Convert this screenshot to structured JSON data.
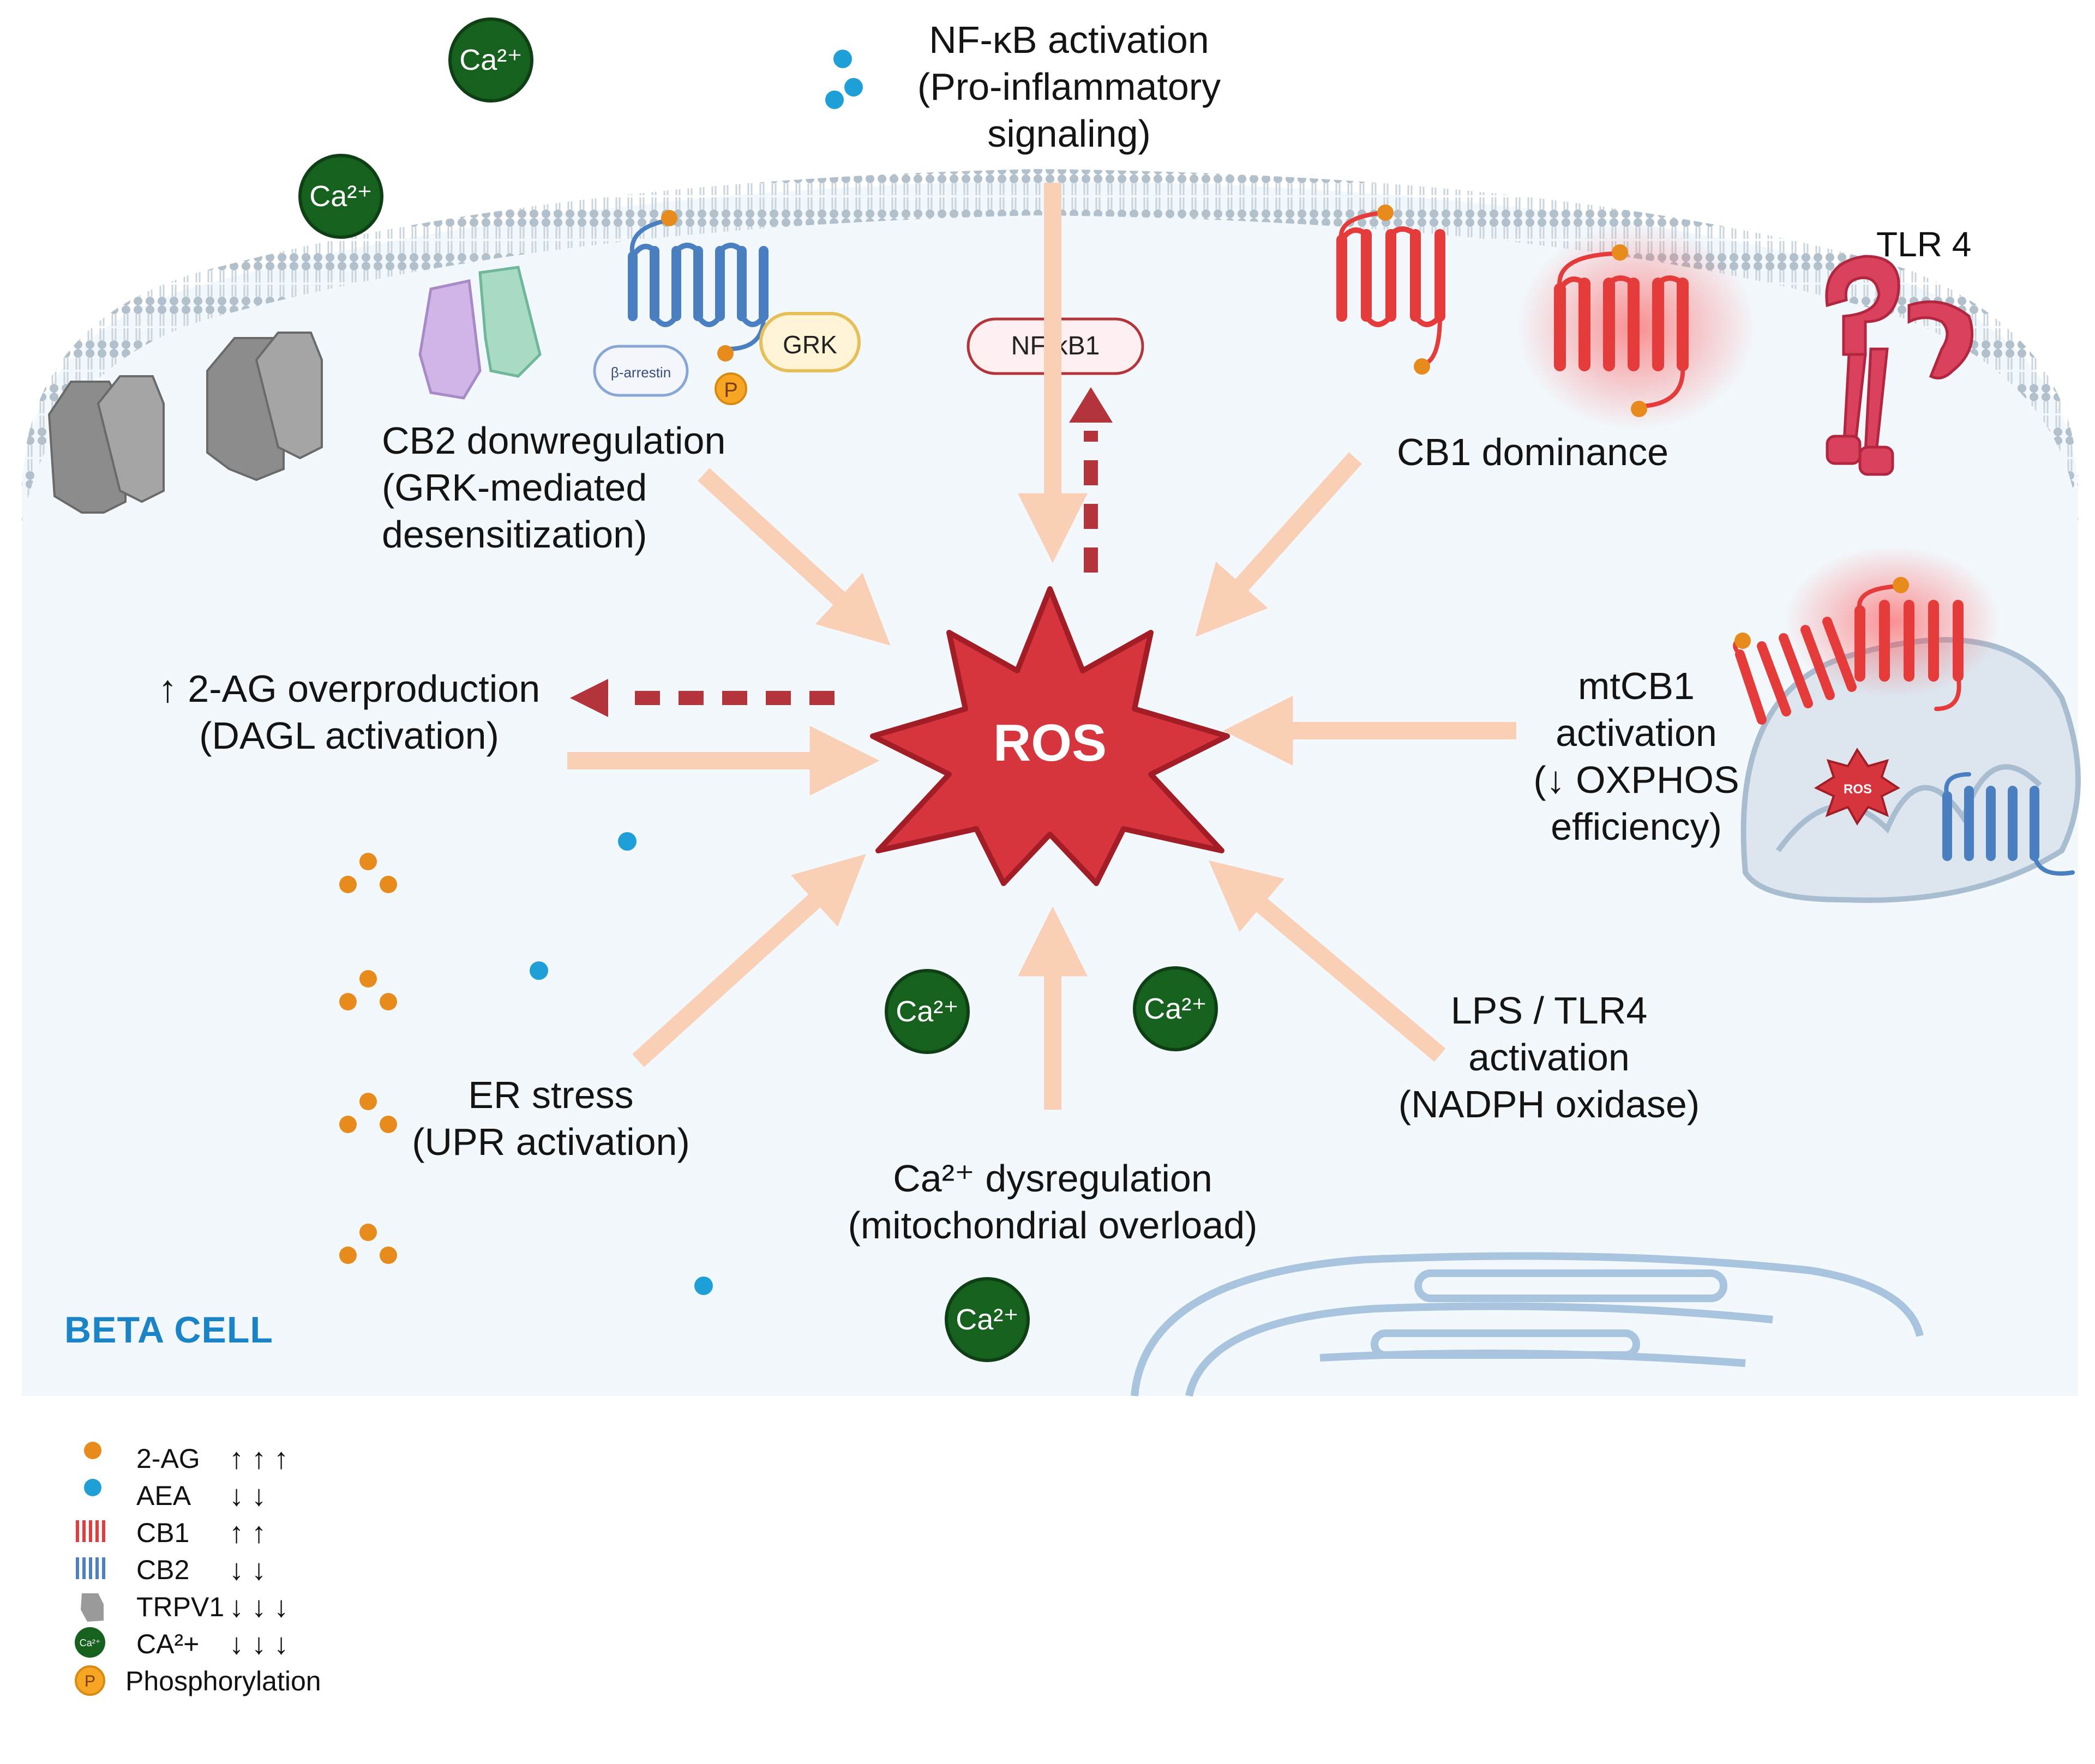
{
  "cell_label": "BETA CELL",
  "ros_center": "ROS",
  "ros_small": "ROS",
  "membrane_labels": {
    "nfkb1": "NF-kB1",
    "grk": "GRK",
    "beta_arrestin": "β-arrestin",
    "phospho": "P",
    "tlr4": "TLR 4"
  },
  "calcium_label": "Ca²⁺",
  "causes": {
    "nfkb": "NF-κB activation\n(Pro-inflammatory\nsignaling)",
    "cb2": "CB2 donwregulation\n(GRK-mediated\ndesensitization)",
    "cb1": "CB1 dominance",
    "ag2": "↑ 2-AG overproduction\n(DAGL activation)",
    "mtcb1": "mtCB1\nactivation\n(↓ OXPHOS\nefficiency)",
    "er": "ER stress\n(UPR activation)",
    "ca": "Ca²⁺ dysregulation\n(mitochondrial overload)",
    "lps": "LPS / TLR4\nactivation\n(NADPH oxidase)"
  },
  "legend": [
    {
      "icon": "orange-dot-icon",
      "name": "2-AG",
      "arrows": "↑↑↑"
    },
    {
      "icon": "blue-dot-icon",
      "name": "AEA",
      "arrows": "↓↓"
    },
    {
      "icon": "red-receptor-icon",
      "name": "CB1",
      "arrows": "↑↑"
    },
    {
      "icon": "blue-receptor-icon",
      "name": "CB2",
      "arrows": "↓↓"
    },
    {
      "icon": "gray-channel-icon",
      "name": "TRPV1",
      "arrows": "↓↓↓"
    },
    {
      "icon": "green-calcium-icon",
      "name": "CA²+",
      "arrows": "↓↓↓"
    },
    {
      "icon": "phosphate-icon",
      "name": "Phosphorylation",
      "arrows": ""
    }
  ],
  "colors": {
    "cell_fill": "#f2f8fc",
    "arrow": "#f9cfb5",
    "feedback": "#b3343a",
    "ros": "#d6353e",
    "cb1": "#e53b3b",
    "cb2": "#4a7fc1",
    "calcium": "#17611f",
    "two_ag": "#e88b1d",
    "aea": "#1f9fd8",
    "title_blue": "#1a84c7"
  }
}
